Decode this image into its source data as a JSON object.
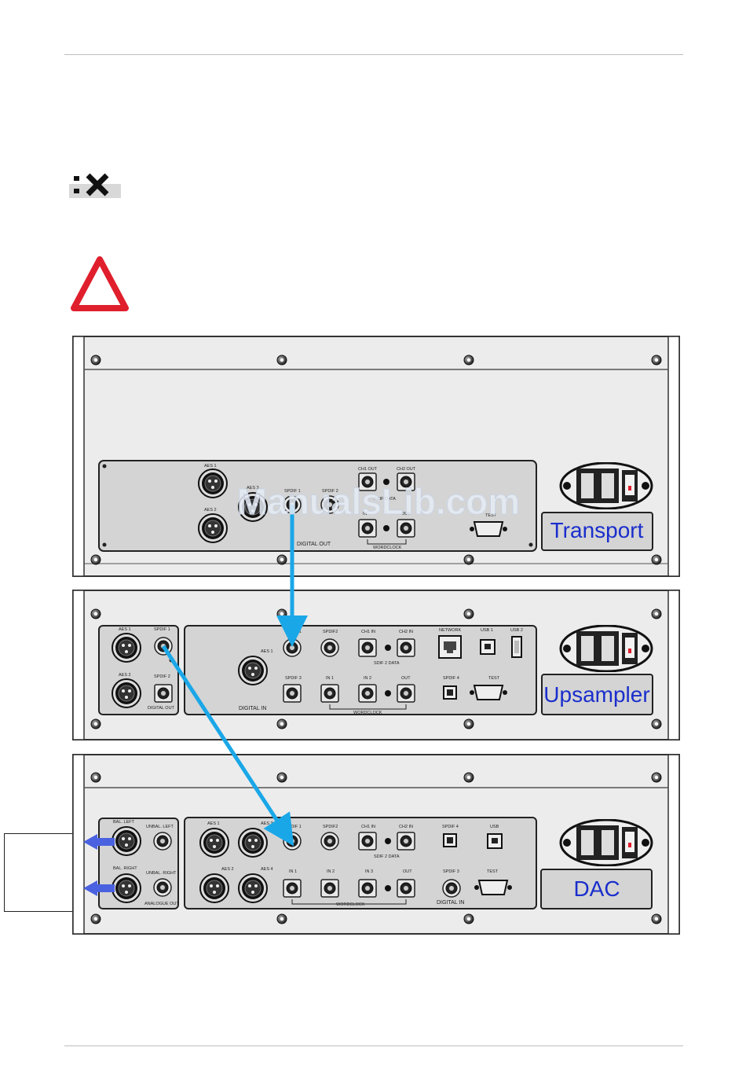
{
  "labels": {
    "transport": "Transport",
    "upsampler": "Upsampler",
    "dac": "DAC",
    "watermark": "ManualsLib.com"
  },
  "transport": {
    "aes1": "AES 1",
    "aes2": "AES 2",
    "aes3": "AES 3",
    "spdif1": "SPDIF 1",
    "spdif2": "SPDIF 2",
    "ch1out": "CH1 OUT",
    "ch2out": "CH2 OUT",
    "sdif": "SDIF DATA",
    "in": "IN",
    "out": "OUT",
    "wordclock": "WORDCLOCK",
    "test": "TEST",
    "digital_out": "DIGITAL OUT"
  },
  "upsampler": {
    "aes1": "AES 1",
    "aes2": "AES 2",
    "spdif1": "SPDIF 1",
    "spdif2": "SPDIF 2",
    "digital_out": "DIGITAL OUT",
    "aes_in": "AES 1",
    "spdif1_in": "SPDIF 1",
    "spdif2_in": "SPDIF2",
    "spdif3": "SPDIF 3",
    "ch1in": "CH1 IN",
    "ch2in": "CH2 IN",
    "sdif2": "SDIF 2 DATA",
    "in1": "IN 1",
    "in2": "IN 2",
    "out": "OUT",
    "wordclock": "WORDCLOCK",
    "network": "NETWORK",
    "usb1": "USB 1",
    "usb2": "USB 2",
    "spdif4": "SPDIF 4",
    "test": "TEST",
    "digital_in": "DIGITAL IN"
  },
  "dac": {
    "bal_left": "BAL. LEFT",
    "unbal_left": "UNBAL. LEFT",
    "bal_right": "BAL. RIGHT",
    "unbal_right": "UNBAL. RIGHT",
    "analogue_out": "ANALOGUE OUT",
    "aes1": "AES 1",
    "aes2": "AES 2",
    "aes3": "AES 3",
    "aes4": "AES 4",
    "spdif1": "SPDIF 1",
    "spdif2": "SPDIF2",
    "ch1in": "CH1 IN",
    "ch2in": "CH2 IN",
    "sdif2": "SDIF 2 DATA",
    "spdif4": "SPDIF 4",
    "usb": "USB",
    "in1": "IN 1",
    "in2": "IN 2",
    "in3": "IN 3",
    "out": "OUT",
    "wordclock": "WORDCLOCK",
    "spdif3": "SPDIF 3",
    "test": "TEST",
    "digital_in": "DIGITAL IN"
  },
  "colors": {
    "warning": "#e01f2d",
    "cable": "#1aa7e8",
    "analogue_arrow": "#4a62e0",
    "device_label": "#1a2ecc"
  }
}
